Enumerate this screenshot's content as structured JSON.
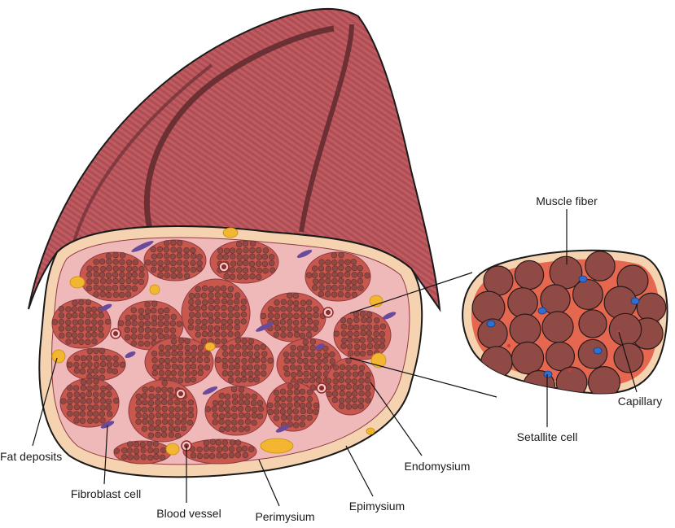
{
  "labels": {
    "muscle_fiber": "Muscle fiber",
    "fat_deposits": "Fat deposits",
    "fibroblast_cell": "Fibroblast cell",
    "blood_vessel": "Blood vessel",
    "perimysium": "Perimysium",
    "epimysium": "Epimysium",
    "endomysium": "Endomysium",
    "capillary": "Capillary",
    "satellite_cell": "Setallite cell"
  },
  "colors": {
    "muscle_outer": "#b8545a",
    "muscle_outer_dark": "#8f3a42",
    "epimysium": "#f6d3b0",
    "perimysium_bg": "#f0b9b9",
    "fascicle_bg": "#c8584e",
    "fiber": "#8f4a46",
    "fiber_dark": "#6a2e2c",
    "fat": "#f2b630",
    "fibroblast": "#6a4a9c",
    "blood_vessel": "#8c2a2a",
    "section_bg": "#e6674f",
    "satellite": "#2f6fd1",
    "capillary": "#c3403a"
  }
}
